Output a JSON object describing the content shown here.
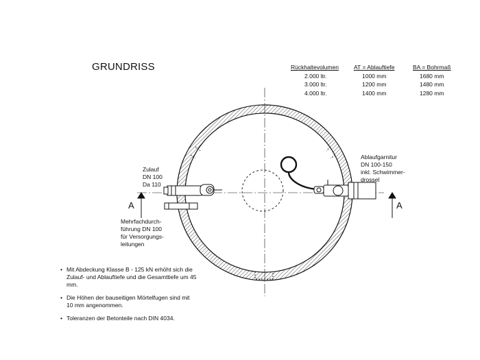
{
  "title": "GRUNDRISS",
  "table": {
    "headers": [
      "Rückhaltevolumen",
      "AT = Ablauftiefe",
      "BA = Bohrmaß"
    ],
    "rows": [
      [
        "2.000 ltr.",
        "1000 mm",
        "1680 mm"
      ],
      [
        "3.000 ltr.",
        "1200 mm",
        "1480 mm"
      ],
      [
        "4.000 ltr.",
        "1400 mm",
        "1280 mm"
      ]
    ]
  },
  "labels": {
    "inlet_line1": "Zulauf",
    "inlet_line2": "DN 100",
    "inlet_line3": "Da 110",
    "outlet_line1": "Ablaufgarnitur",
    "outlet_line2": "DN 100-150",
    "outlet_line3": "inkl. Schwimmer-",
    "outlet_line4": "drossel",
    "entry_line1": "Mehrfachdurch-",
    "entry_line2": "führung DN 100",
    "entry_line3": "für Versorgungs-",
    "entry_line4": "leitungen",
    "section_left": "A",
    "section_right": "A"
  },
  "notes": [
    "Mit Abdeckung Klasse B - 125 kN erhöht sich die Zulauf- und Ablauftiefe und die Gesamttiefe um 45 mm.",
    "Die Höhen der bauseitigen Mörtelfugen sind mit 10 mm angenommen.",
    "Toleranzen der Betonteile nach DIN 4034."
  ],
  "bullet": "•"
}
